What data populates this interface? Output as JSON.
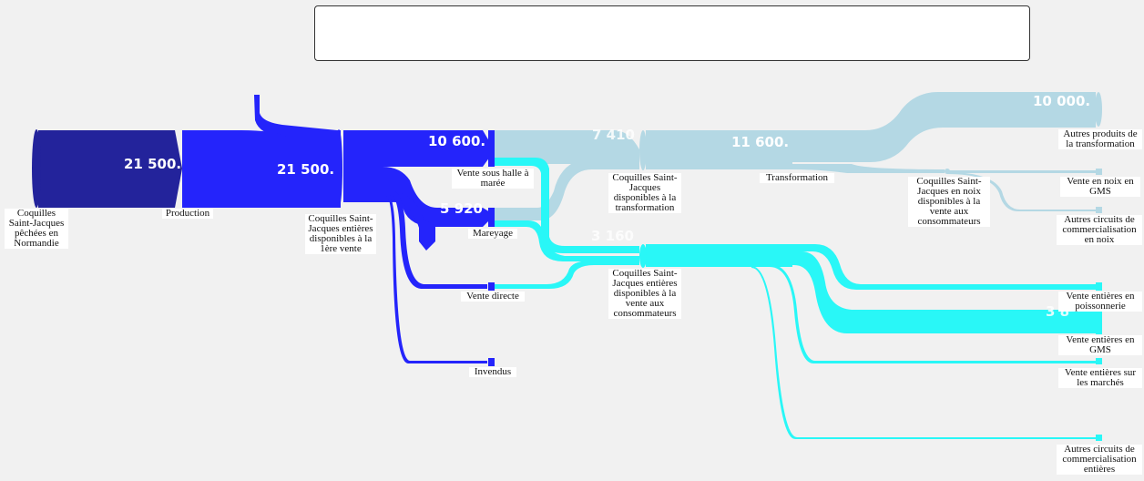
{
  "title": "",
  "colors": {
    "background": "#f1f1f1",
    "navy": "#23239b",
    "blue": "#2424fb",
    "cyan": "#29f7f7",
    "lightblue": "#b4d8e4"
  },
  "nodes": {
    "peche": "Coquilles Saint-Jacques pêchées en Normandie",
    "production": "Production",
    "premiere_vente": "Coquilles Saint-Jacques entières disponibles à la 1ère vente",
    "vente_halle": "Vente sous halle à marée",
    "mareyage": "Mareyage",
    "vente_directe": "Vente directe",
    "invendus": "Invendus",
    "dispo_transfo": "Coquilles Saint-Jacques disponibles à la transformation",
    "dispo_conso": "Coquilles Saint-Jacques entières disponibles à la vente aux consommateurs",
    "transformation": "Transformation",
    "noix": "Coquilles Saint-Jacques en noix disponibles à la vente aux consommateurs",
    "autres_produits": "Autres produits de la transformation",
    "noix_gms": "Vente en noix en GMS",
    "noix_autres": "Autres circuits de commercialisation en noix",
    "poissonnerie": "Vente entières en poissonnerie",
    "gms": "Vente entières en GMS",
    "marches": "Vente entières sur les marchés",
    "autres_entieres": "Autres circuits de commercialisation entières"
  },
  "values": {
    "peche": "21 500.",
    "premiere_vente": "21 500.",
    "vente_halle": "10 600.",
    "mareyage": "5 920",
    "dispo_transfo": "7 410",
    "transformation": "11 600.",
    "autres_produits": "10 000.",
    "dispo_conso": "3 160",
    "gms": "3 8"
  }
}
